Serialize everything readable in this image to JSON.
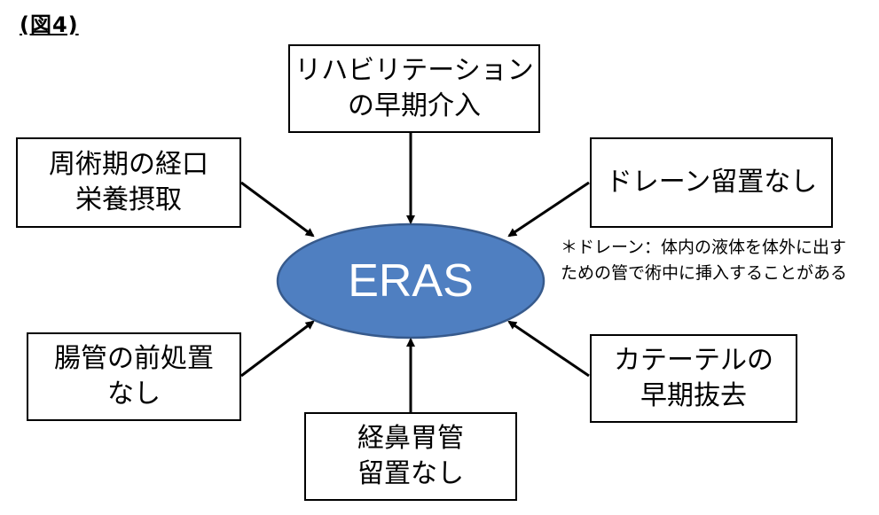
{
  "figure_label": "(図4)",
  "center": {
    "label": "ERAS",
    "fill": "#4f7fc1",
    "stroke": "#375a8c"
  },
  "boxes": {
    "top": {
      "line1": "リハビリテーション",
      "line2": "の早期介入"
    },
    "top_left": {
      "line1": "周術期の経口",
      "line2": "栄養摂取"
    },
    "top_right": {
      "line1": "ドレーン留置なし"
    },
    "bottom_left": {
      "line1": "腸管の前処置",
      "line2": "なし"
    },
    "bottom_right": {
      "line1": "カテーテルの",
      "line2": "早期抜去"
    },
    "bottom": {
      "line1": "経鼻胃管",
      "line2": "留置なし"
    }
  },
  "note": {
    "line1": "＊ドレーン：体内の液体を体外に出す",
    "line2": "ための管で術中に挿入することがある"
  }
}
